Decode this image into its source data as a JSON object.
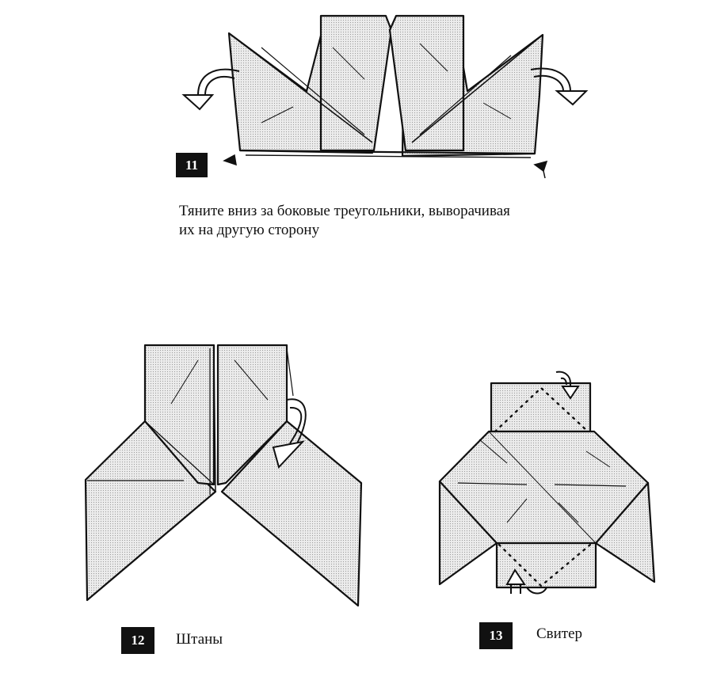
{
  "steps": [
    {
      "number": "11",
      "caption_line1": "Тяните вниз за боковые треугольники, выворачивая",
      "caption_line2": "их на другую сторону"
    },
    {
      "number": "12",
      "caption": "Штаны"
    },
    {
      "number": "13",
      "caption": "Свитер"
    }
  ],
  "colors": {
    "ink": "#111111",
    "paper_fill": "#e9e9e9",
    "background": "#ffffff"
  }
}
